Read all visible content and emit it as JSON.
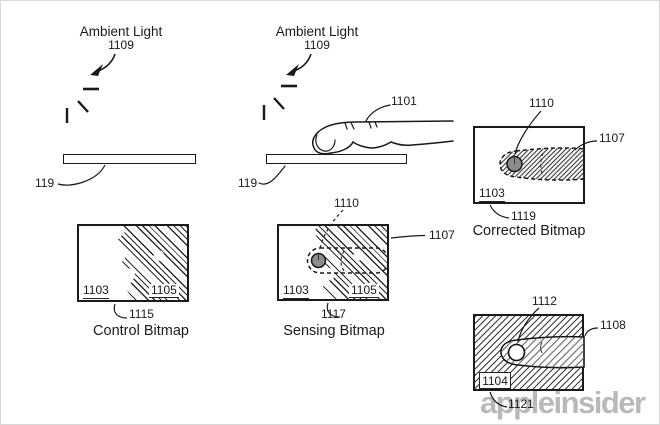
{
  "figure": {
    "panel_ambient_left": {
      "title": "Ambient Light",
      "light_ref": "1109",
      "surface_ref": "119"
    },
    "panel_ambient_touch": {
      "title": "Ambient Light",
      "light_ref": "1109",
      "surface_ref": "119",
      "finger_ref": "1101"
    },
    "control_bitmap": {
      "area_left_ref": "1103",
      "area_right_ref": "1105",
      "figure_ref": "1115",
      "caption": "Control Bitmap"
    },
    "sensing_bitmap": {
      "area_left_ref": "1103",
      "area_right_ref": "1105",
      "touch_ref": "1110",
      "shadow_ref": "1107",
      "figure_ref": "1117",
      "caption": "Sensing Bitmap"
    },
    "corrected_bitmap": {
      "area_ref": "1103",
      "touch_ref": "1110",
      "shadow_ref": "1107",
      "figure_ref": "1119",
      "caption": "Corrected Bitmap"
    },
    "inverted_bitmap": {
      "area_ref": "1104",
      "touch_ref": "1112",
      "shadow_ref": "1108",
      "figure_ref": "1121"
    }
  },
  "watermark": {
    "text": "appleinsider"
  },
  "colors": {
    "ink": "#1a1a1a",
    "touch_fill": "#8c8c8c",
    "background": "#ffffff",
    "frame_border": "#d8d8d8",
    "watermark": "#b9b9b9"
  }
}
